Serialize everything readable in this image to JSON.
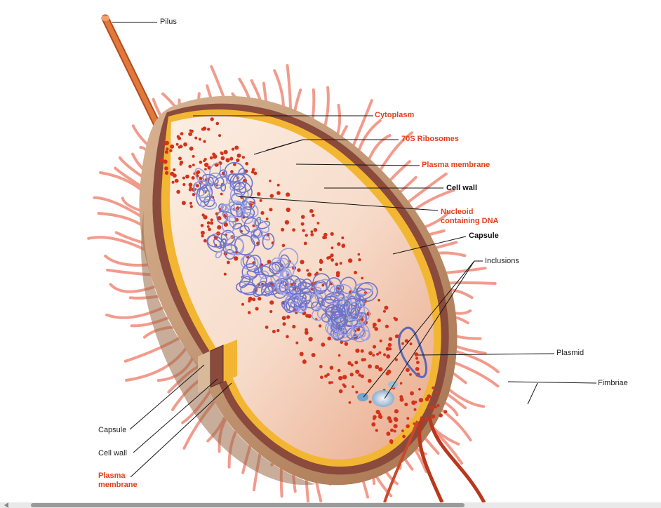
{
  "labels": {
    "pilus": "Pilus",
    "cytoplasm": "Cytoplasm",
    "ribosomes": "70S Ribosomes",
    "plasma_membrane": "Plasma membrane",
    "cell_wall": "Cell wall",
    "nucleoid_line1": "Nucleoid",
    "nucleoid_line2": "containing DNA",
    "capsule": "Capsule",
    "inclusions": "Inclusions",
    "plasmid": "Plasmid",
    "fimbriae": "Fimbriae",
    "capsule_cut": "Capsule",
    "cell_wall_cut": "Cell wall",
    "plasma_membrane_cut_line1": "Plasma",
    "plasma_membrane_cut_line2": "membrane"
  },
  "colors": {
    "accent_label": "#e2401b",
    "capsule": "#c49a74",
    "cell_wall": "#8a4a3c",
    "membrane": "#f3b632",
    "cytoplasm": "#f6d8c4",
    "ribosome": "#d3321b",
    "dna": "#6f74c8",
    "fimbriae": "#f08a78",
    "pilus": "#d9662e"
  }
}
